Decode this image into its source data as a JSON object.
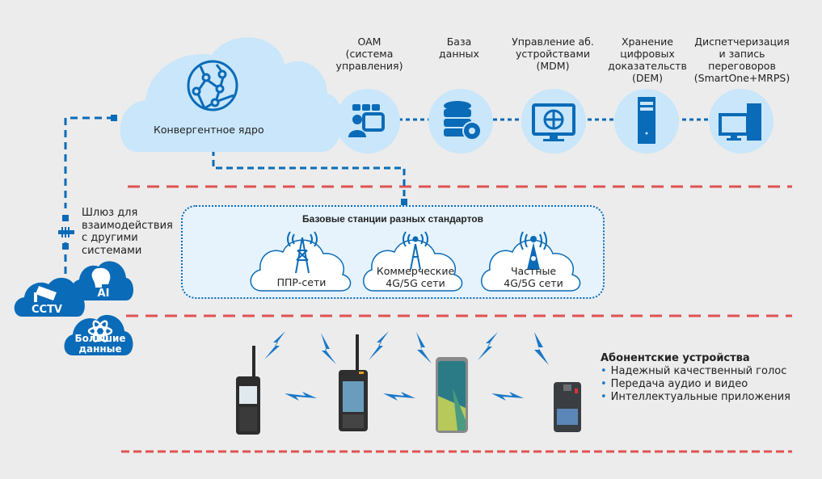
{
  "colors": {
    "background": "#ececec",
    "cloud_light": "#c9e6fa",
    "accent_blue": "#0a6bb8",
    "dash_red": "#e05252",
    "base_box_bg": "#e6f3fd"
  },
  "core": {
    "label": "Конвергентное ядро",
    "icon": "globe-network-icon"
  },
  "services": [
    {
      "id": "oam",
      "lines": [
        "OAM",
        "(система",
        "управления)"
      ],
      "icon": "oam-operators-icon"
    },
    {
      "id": "db",
      "lines": [
        "База",
        "данных"
      ],
      "icon": "database-gear-icon"
    },
    {
      "id": "mdm",
      "lines": [
        "Управление аб.",
        "устройствами",
        "(MDM)"
      ],
      "icon": "monitor-globe-icon"
    },
    {
      "id": "dem",
      "lines": [
        "Хранение",
        "цифровых",
        "доказательств",
        "(DEM)"
      ],
      "icon": "server-tower-icon"
    },
    {
      "id": "dispatch",
      "lines": [
        "Диспетчеризация",
        "и запись",
        "переговоров",
        "(SmartOne+MRPS)"
      ],
      "icon": "workstation-icon"
    }
  ],
  "gateway": {
    "lines": [
      "Шлюз для",
      "взаимодействия",
      "с другими",
      "системами"
    ],
    "icon": "gateway-switch-icon"
  },
  "external_systems": [
    {
      "label": "CCTV",
      "icon": "cctv-camera-icon"
    },
    {
      "label": "AI",
      "icon": "ai-head-icon"
    },
    {
      "label_lines": [
        "Большие",
        "данные"
      ],
      "icon": "atom-icon"
    }
  ],
  "base_stations": {
    "title": "Базовые станции разных стандартов",
    "items": [
      {
        "lines": [
          "ППР-сети"
        ],
        "icon": "lattice-tower-icon"
      },
      {
        "lines": [
          "Коммерческие",
          "4G/5G сети"
        ],
        "icon": "cell-tower-icon"
      },
      {
        "lines": [
          "Частные",
          "4G/5G сети"
        ],
        "icon": "private-tower-icon"
      }
    ]
  },
  "terminals": {
    "heading": "Абонентские устройства",
    "bullets": [
      "Надежный качественный голос",
      "Передача аудио и видео",
      "Интеллектуальные приложения"
    ],
    "bullet_glyph": "•",
    "devices": [
      {
        "name": "dmr-radio",
        "icon": "handheld-radio-icon"
      },
      {
        "name": "lte-radio",
        "icon": "smart-radio-icon"
      },
      {
        "name": "smartphone",
        "icon": "smartphone-icon"
      },
      {
        "name": "body-camera",
        "icon": "body-camera-icon"
      }
    ]
  }
}
